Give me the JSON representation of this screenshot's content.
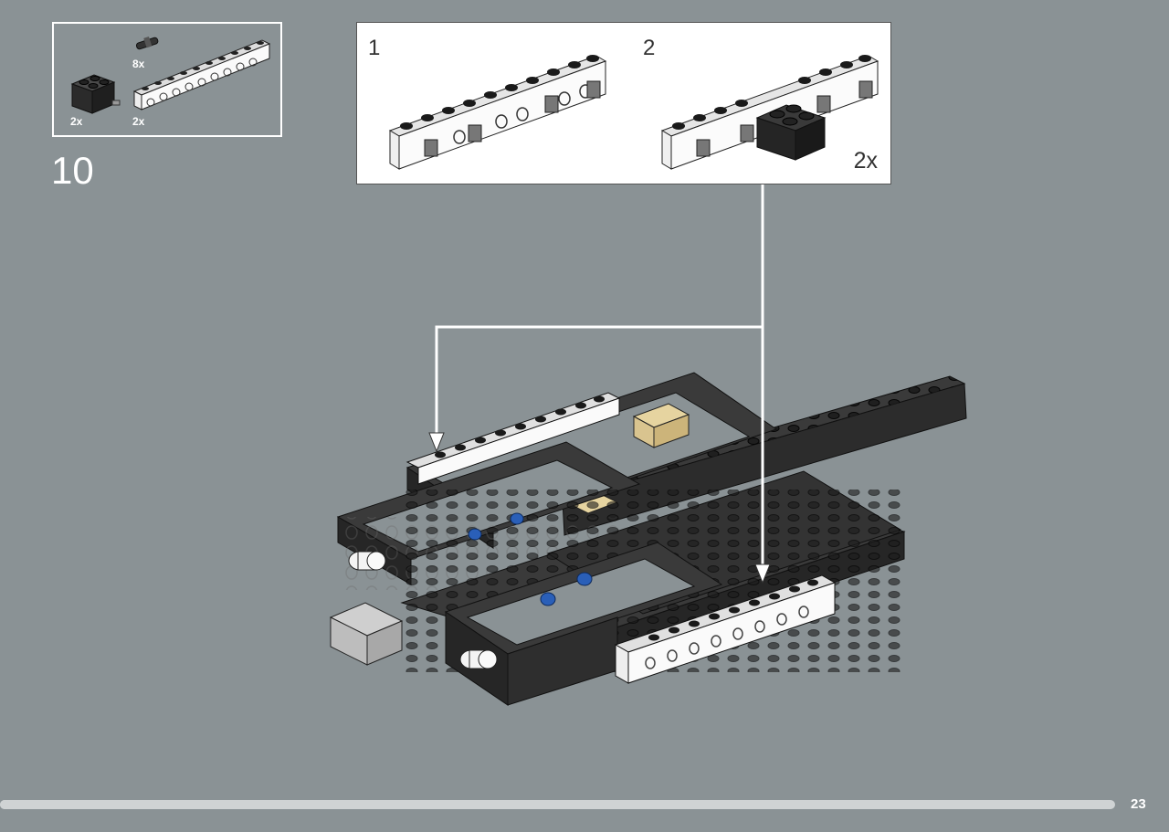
{
  "parts_list": {
    "items": [
      {
        "name": "connector-peg-icon",
        "quantity": "8x",
        "color": "#333333"
      },
      {
        "name": "black-brick-2x2-with-pin-icon",
        "quantity": "2x",
        "color": "#2b2b2b"
      },
      {
        "name": "white-technic-beam-1x10-icon",
        "quantity": "2x",
        "color": "#ffffff"
      }
    ]
  },
  "step": {
    "number": "10"
  },
  "sub_assembly": {
    "steps": [
      {
        "label": "1"
      },
      {
        "label": "2"
      }
    ],
    "multiplier": "2x"
  },
  "colors": {
    "background": "#8a9295",
    "frame": "#ffffff",
    "beam_black": "#2e2e2e",
    "beam_white": "#f2f2f2",
    "tan": "#d9c48f",
    "blue_pin": "#2a5fb8"
  },
  "page": {
    "number": "23",
    "progress": 0.95
  }
}
